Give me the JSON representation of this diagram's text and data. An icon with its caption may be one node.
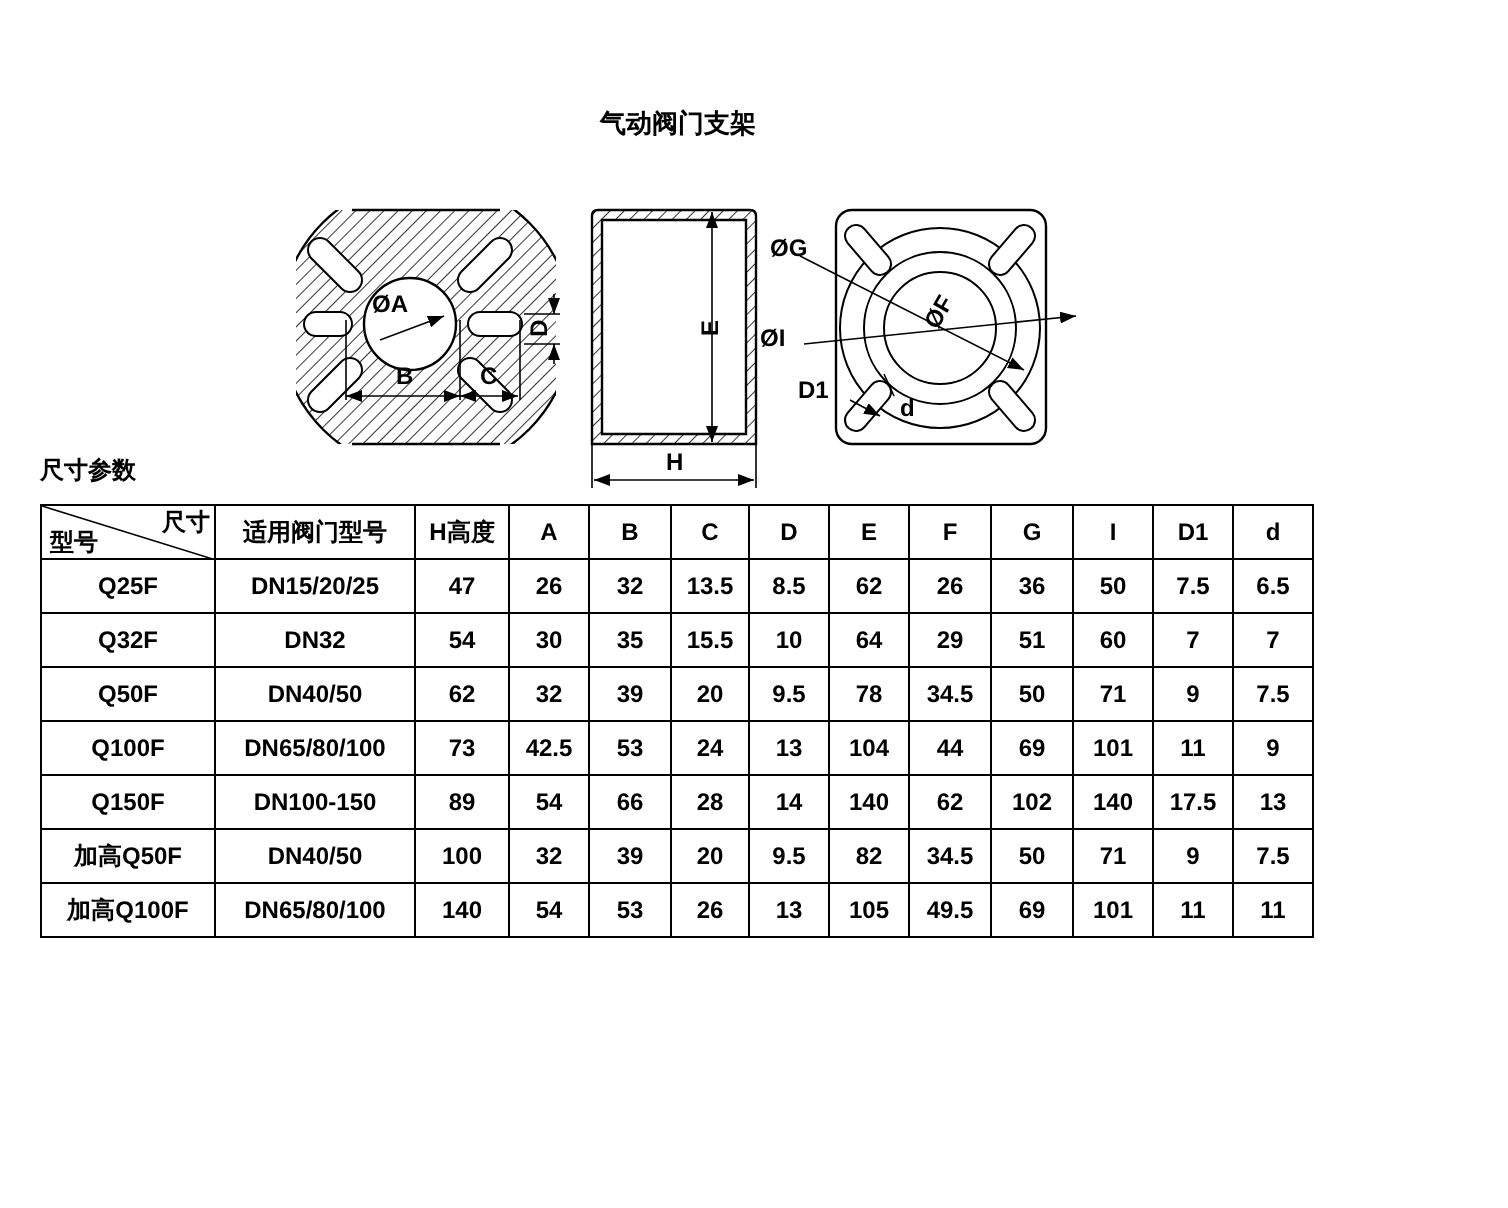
{
  "diagram": {
    "title": "气动阀门支架",
    "labels": [
      "ØA",
      "D",
      "B",
      "C",
      "E",
      "H",
      "ØG",
      "ØF",
      "ØI",
      "D1",
      "d",
      "尺寸参数",
      "尺寸",
      "型号",
      "适用阀门型号",
      "H高度",
      "A",
      "B",
      "C",
      "D",
      "E",
      "F",
      "G",
      "I",
      "D1",
      "d",
      "Q25F",
      "DN15/20/25",
      "47",
      "26",
      "32",
      "13.5",
      "8.5",
      "62",
      "26",
      "36",
      "50",
      "7.5",
      "6.5",
      "Q32F",
      "DN32",
      "54",
      "30",
      "35",
      "15.5",
      "10",
      "64",
      "29",
      "51",
      "60",
      "7",
      "7",
      "Q50F",
      "DN40/50",
      "62",
      "32",
      "39",
      "20",
      "9.5",
      "78",
      "34.5",
      "50",
      "71",
      "9",
      "7.5",
      "Q100F",
      "DN65/80/100",
      "73",
      "42.5",
      "53",
      "24",
      "13",
      "104",
      "44",
      "69",
      "101",
      "11",
      "9",
      "Q150F",
      "DN100-150",
      "89",
      "54",
      "66",
      "28",
      "14",
      "140",
      "62",
      "102",
      "140",
      "17.5",
      "13",
      "加高Q50F",
      "DN40/50",
      "100",
      "32",
      "39",
      "20",
      "9.5",
      "82",
      "34.5",
      "50",
      "71",
      "9",
      "7.5",
      "加高Q100F",
      "DN65/80/100",
      "140",
      "54",
      "53",
      "26",
      "13",
      "105",
      "49.5",
      "69",
      "101",
      "11",
      "11"
    ]
  }
}
